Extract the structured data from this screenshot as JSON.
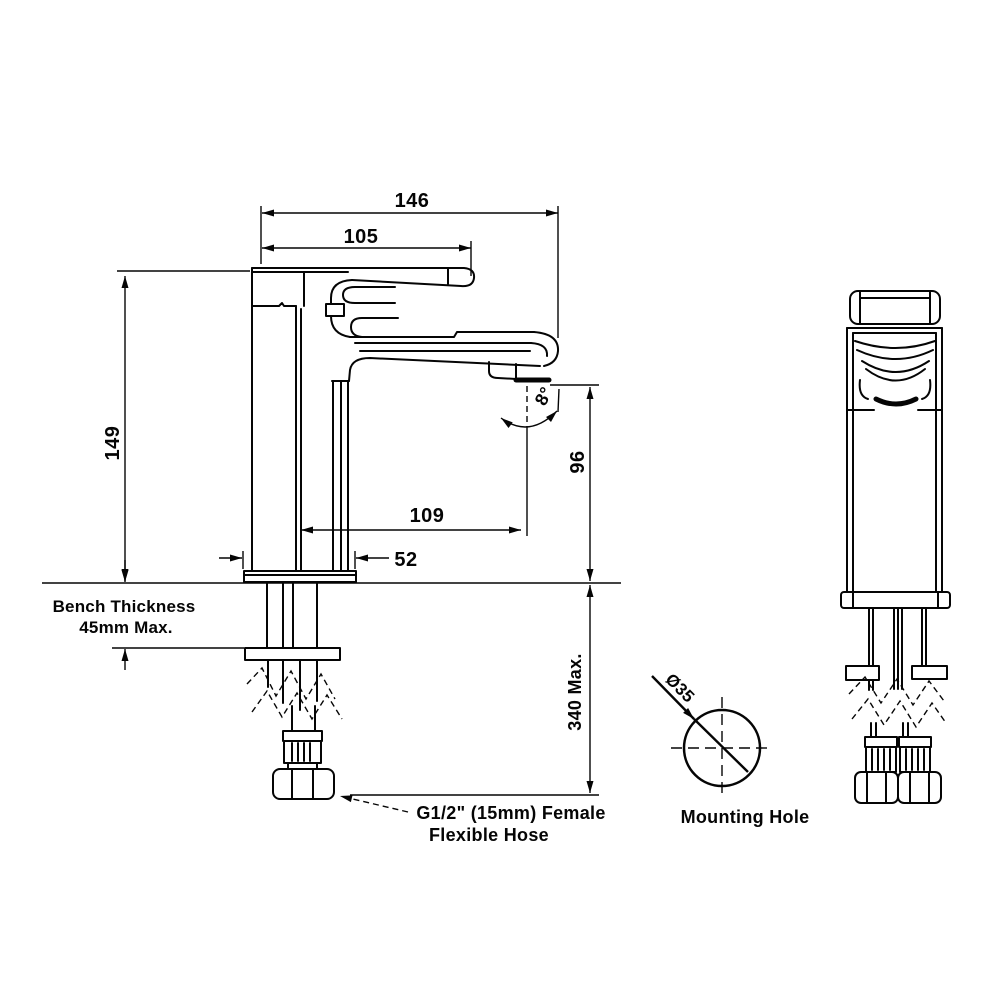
{
  "drawing": {
    "colors": {
      "line": "#050505",
      "background": "#ffffff"
    },
    "dims": {
      "overall_width": "146",
      "handle_length": "105",
      "body_height": "149",
      "outlet_height": "96",
      "spout_reach": "109",
      "base_width": "52",
      "outlet_angle": "8°",
      "under_bench_length": "340 Max."
    },
    "notes": {
      "bench_line1": "Bench Thickness",
      "bench_line2": "45mm Max.",
      "hose_line1": "G1/2\" (15mm) Female",
      "hose_line2": "Flexible Hose"
    },
    "mounting_hole": {
      "diameter": "Ø35",
      "label": "Mounting Hole"
    }
  }
}
